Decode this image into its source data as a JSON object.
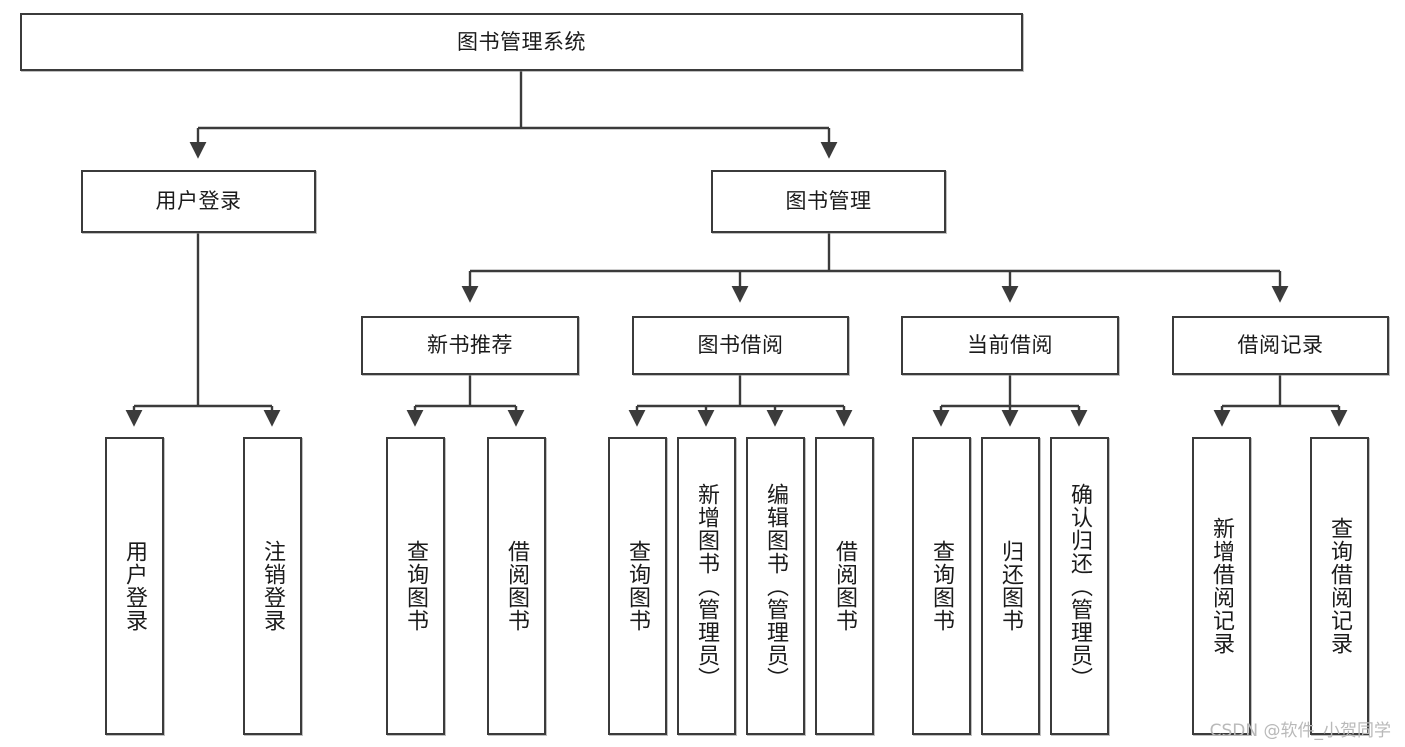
{
  "diagram": {
    "title": "图书管理系统",
    "type": "tree",
    "style": {
      "box_border_color": "#3b3b3b",
      "box_fill_color": "#ffffff",
      "line_color": "#3b3b3b",
      "text_color": "#1b1b1b",
      "background": "#ffffff"
    },
    "root": {
      "id": "root",
      "label": "图书管理系统"
    },
    "level2": [
      {
        "id": "user-login",
        "label": "用户登录"
      },
      {
        "id": "book-manage",
        "label": "图书管理"
      }
    ],
    "level3": [
      {
        "id": "new-book-recommend",
        "label": "新书推荐"
      },
      {
        "id": "book-borrow",
        "label": "图书借阅"
      },
      {
        "id": "current-borrow",
        "label": "当前借阅"
      },
      {
        "id": "borrow-record",
        "label": "借阅记录"
      }
    ],
    "leaves": {
      "user_login": [
        {
          "id": "leaf-user-login",
          "label": "用户登录"
        },
        {
          "id": "leaf-logout-login",
          "label": "注销登录"
        }
      ],
      "new_book_recommend": [
        {
          "id": "leaf-query-book-1",
          "label": "查询图书"
        },
        {
          "id": "leaf-borrow-book-1",
          "label": "借阅图书"
        }
      ],
      "book_borrow": [
        {
          "id": "leaf-query-book-2",
          "label": "查询图书"
        },
        {
          "id": "leaf-add-book",
          "label": "新增图书（管理员）"
        },
        {
          "id": "leaf-edit-book",
          "label": "编辑图书（管理员）"
        },
        {
          "id": "leaf-borrow-book-2",
          "label": "借阅图书"
        }
      ],
      "current_borrow": [
        {
          "id": "leaf-query-book-3",
          "label": "查询图书"
        },
        {
          "id": "leaf-return-book",
          "label": "归还图书"
        },
        {
          "id": "leaf-confirm-return",
          "label": "确认归还（管理员）"
        }
      ],
      "borrow_record": [
        {
          "id": "leaf-add-record",
          "label": "新增借阅记录"
        },
        {
          "id": "leaf-query-record",
          "label": "查询借阅记录"
        }
      ]
    }
  },
  "watermark": {
    "text": "CSDN @软件_小贺同学"
  }
}
